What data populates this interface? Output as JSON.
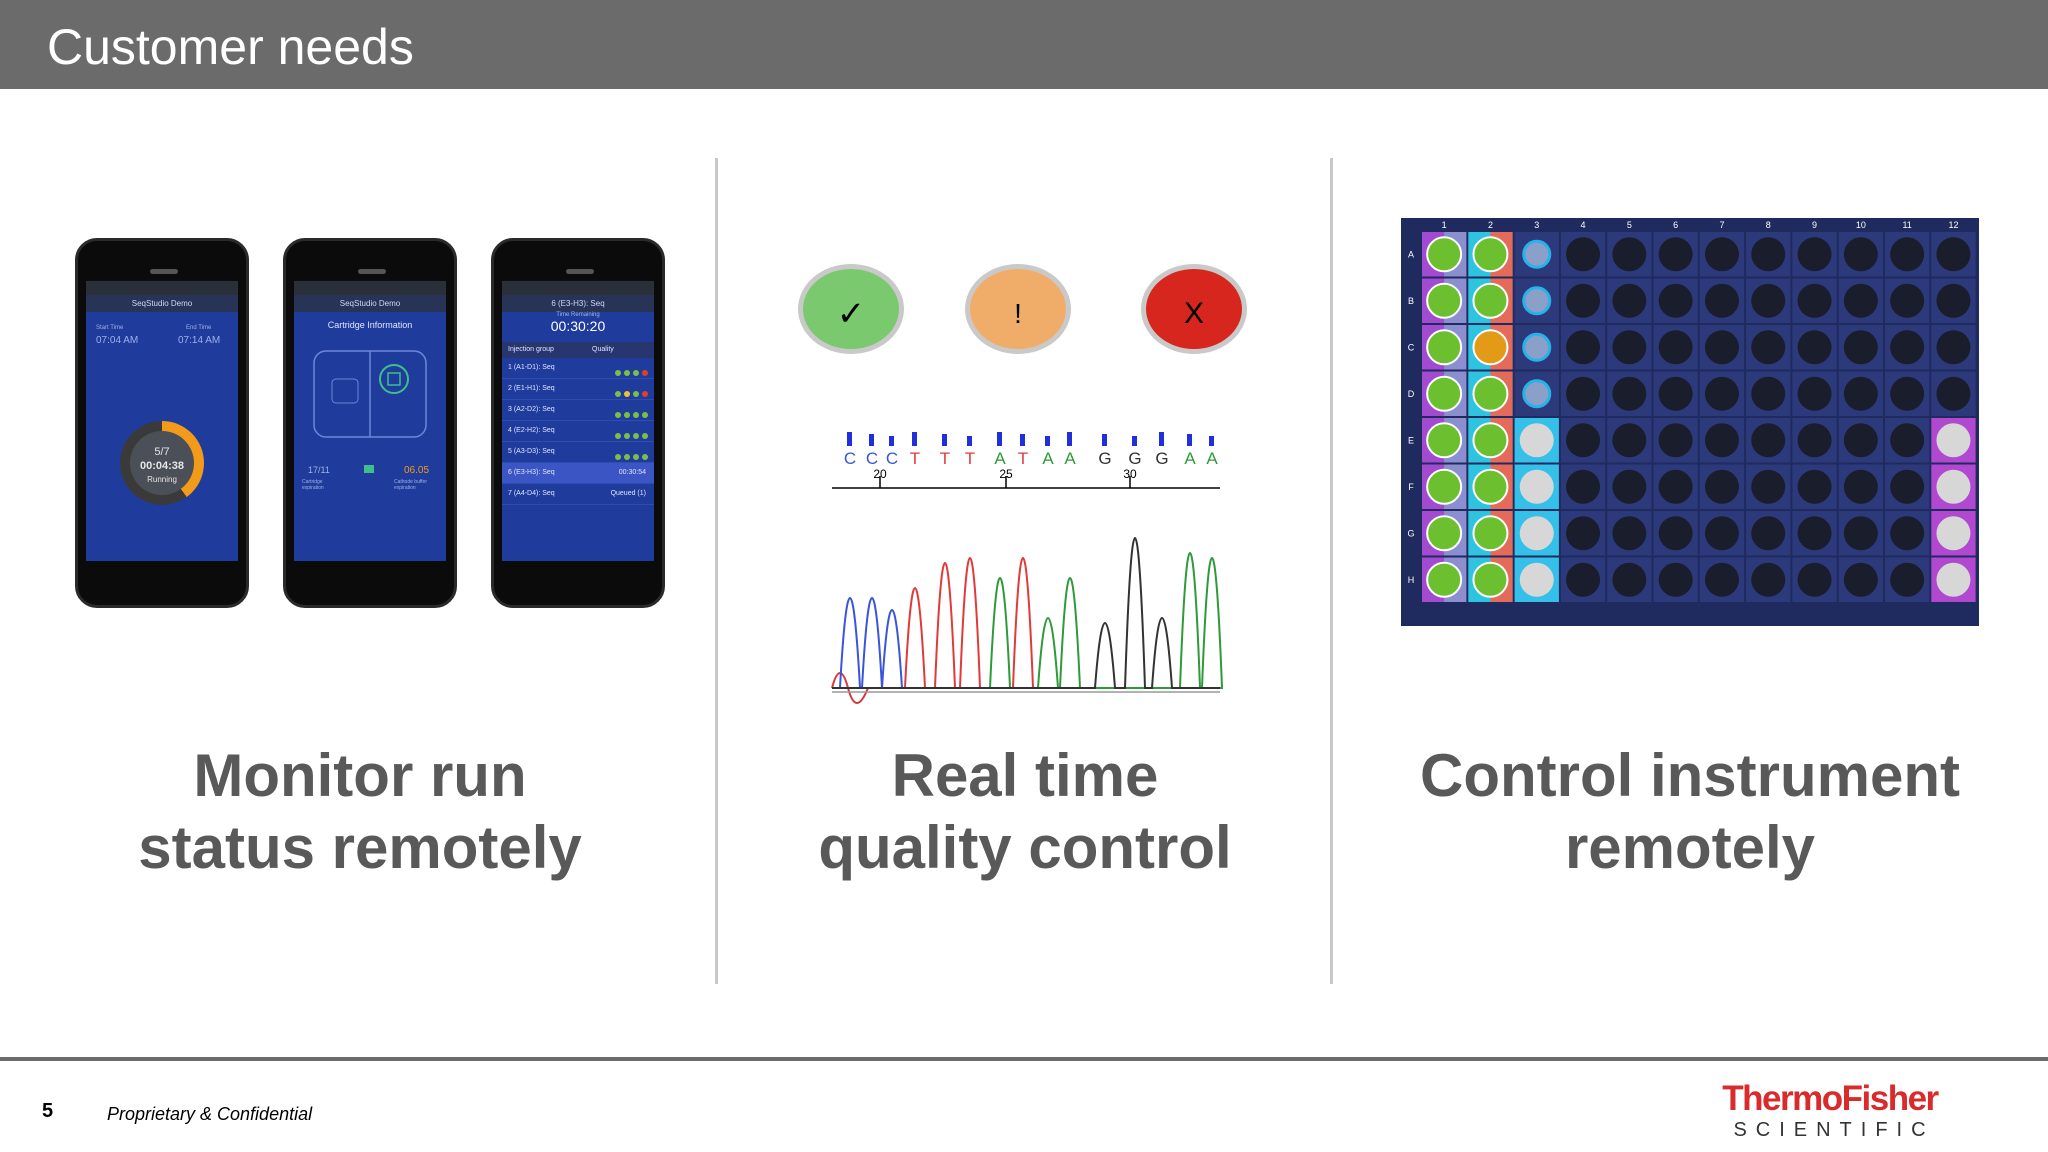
{
  "header": {
    "title": "Customer needs"
  },
  "columns": [
    {
      "caption_line1": "Monitor run",
      "caption_line2": "status remotely"
    },
    {
      "caption_line1": "Real time",
      "caption_line2": "quality control"
    },
    {
      "caption_line1": "Control instrument",
      "caption_line2": "remotely"
    }
  ],
  "phones": {
    "phone1": {
      "title": "SeqStudio Demo",
      "start_label": "Start Time",
      "end_label": "End Time",
      "start_time": "07:04 AM",
      "end_time": "07:14 AM",
      "progress": "5/7",
      "elapsed": "00:04:38",
      "state": "Running",
      "progress_fraction": 0.4
    },
    "phone2": {
      "title": "SeqStudio Demo",
      "heading": "Cartridge Information",
      "stat1": "17/11",
      "stat1_label": "Cartridge expiration",
      "stat2": "06.05",
      "stat2_label": "Cathode buffer expiration"
    },
    "phone3": {
      "title": "6 (E3-H3): Seq",
      "time_label": "Time Remaining",
      "time": "00:30:20",
      "col1": "Injection group",
      "col2": "Quality",
      "rows": [
        "1 (A1-D1): Seq",
        "2 (E1-H1): Seq",
        "3 (A2-D2): Seq",
        "4 (E2-H2): Seq",
        "5 (A3-D3): Seq",
        "6 (E3-H3): Seq",
        "7 (A4-D4): Seq"
      ],
      "row6_status": "00:30:54",
      "row7_status": "Queued (1)"
    }
  },
  "status_icons": {
    "pass": {
      "symbol": "✓",
      "color": "#7bc96f"
    },
    "warn": {
      "symbol": "!",
      "color": "#f0ad6a"
    },
    "fail": {
      "symbol": "X",
      "color": "#d7261e"
    }
  },
  "chromatogram": {
    "bases": [
      "C",
      "C",
      "C",
      "T",
      "T",
      "T",
      "A",
      "T",
      "A",
      "A",
      "G",
      "G",
      "G",
      "A",
      "A"
    ],
    "positions": [
      "20",
      "25",
      "30"
    ]
  },
  "plate": {
    "col_labels": [
      "1",
      "2",
      "3",
      "4",
      "5",
      "6",
      "7",
      "8",
      "9",
      "10",
      "11",
      "12"
    ],
    "row_labels": [
      "A",
      "B",
      "C",
      "D",
      "E",
      "F",
      "G",
      "H"
    ]
  },
  "footer": {
    "page_number": "5",
    "confidential": "Proprietary & Confidential",
    "logo_top": "ThermoFisher",
    "logo_bottom": "SCIENTIFIC"
  }
}
